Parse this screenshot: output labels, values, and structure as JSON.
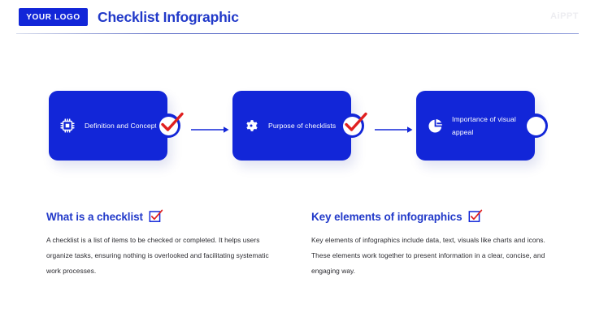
{
  "header": {
    "logo_label": "YOUR LOGO",
    "title": "Checklist Infographic",
    "watermark": "AiPPT",
    "brand_blue": "#1226D8",
    "title_blue": "#2139C9",
    "accent_red": "#E02020"
  },
  "flow": {
    "steps": [
      {
        "icon": "cpu-chip-icon",
        "label": "Definition and Concept",
        "badge": "check-circle-badge"
      },
      {
        "icon": "gear-icon",
        "label": "Purpose of checklists",
        "badge": "check-circle-badge"
      },
      {
        "icon": "pie-chart-icon",
        "label": "Importance of visual appeal",
        "badge": "plain-circle-badge"
      }
    ],
    "connectors": [
      {
        "icon": "arrow-right-icon"
      },
      {
        "icon": "arrow-right-icon"
      }
    ]
  },
  "blocks": [
    {
      "title": "What is a checklist",
      "icon": "checked-box-icon",
      "body": "A checklist is a list of items to be checked or completed. It helps users organize tasks, ensuring nothing is overlooked and facilitating systematic work processes."
    },
    {
      "title": "Key elements of infographics",
      "icon": "checked-box-icon",
      "body": "Key elements of infographics include data, text, visuals like charts and icons. These elements work together to present information in a clear, concise, and engaging way."
    }
  ]
}
